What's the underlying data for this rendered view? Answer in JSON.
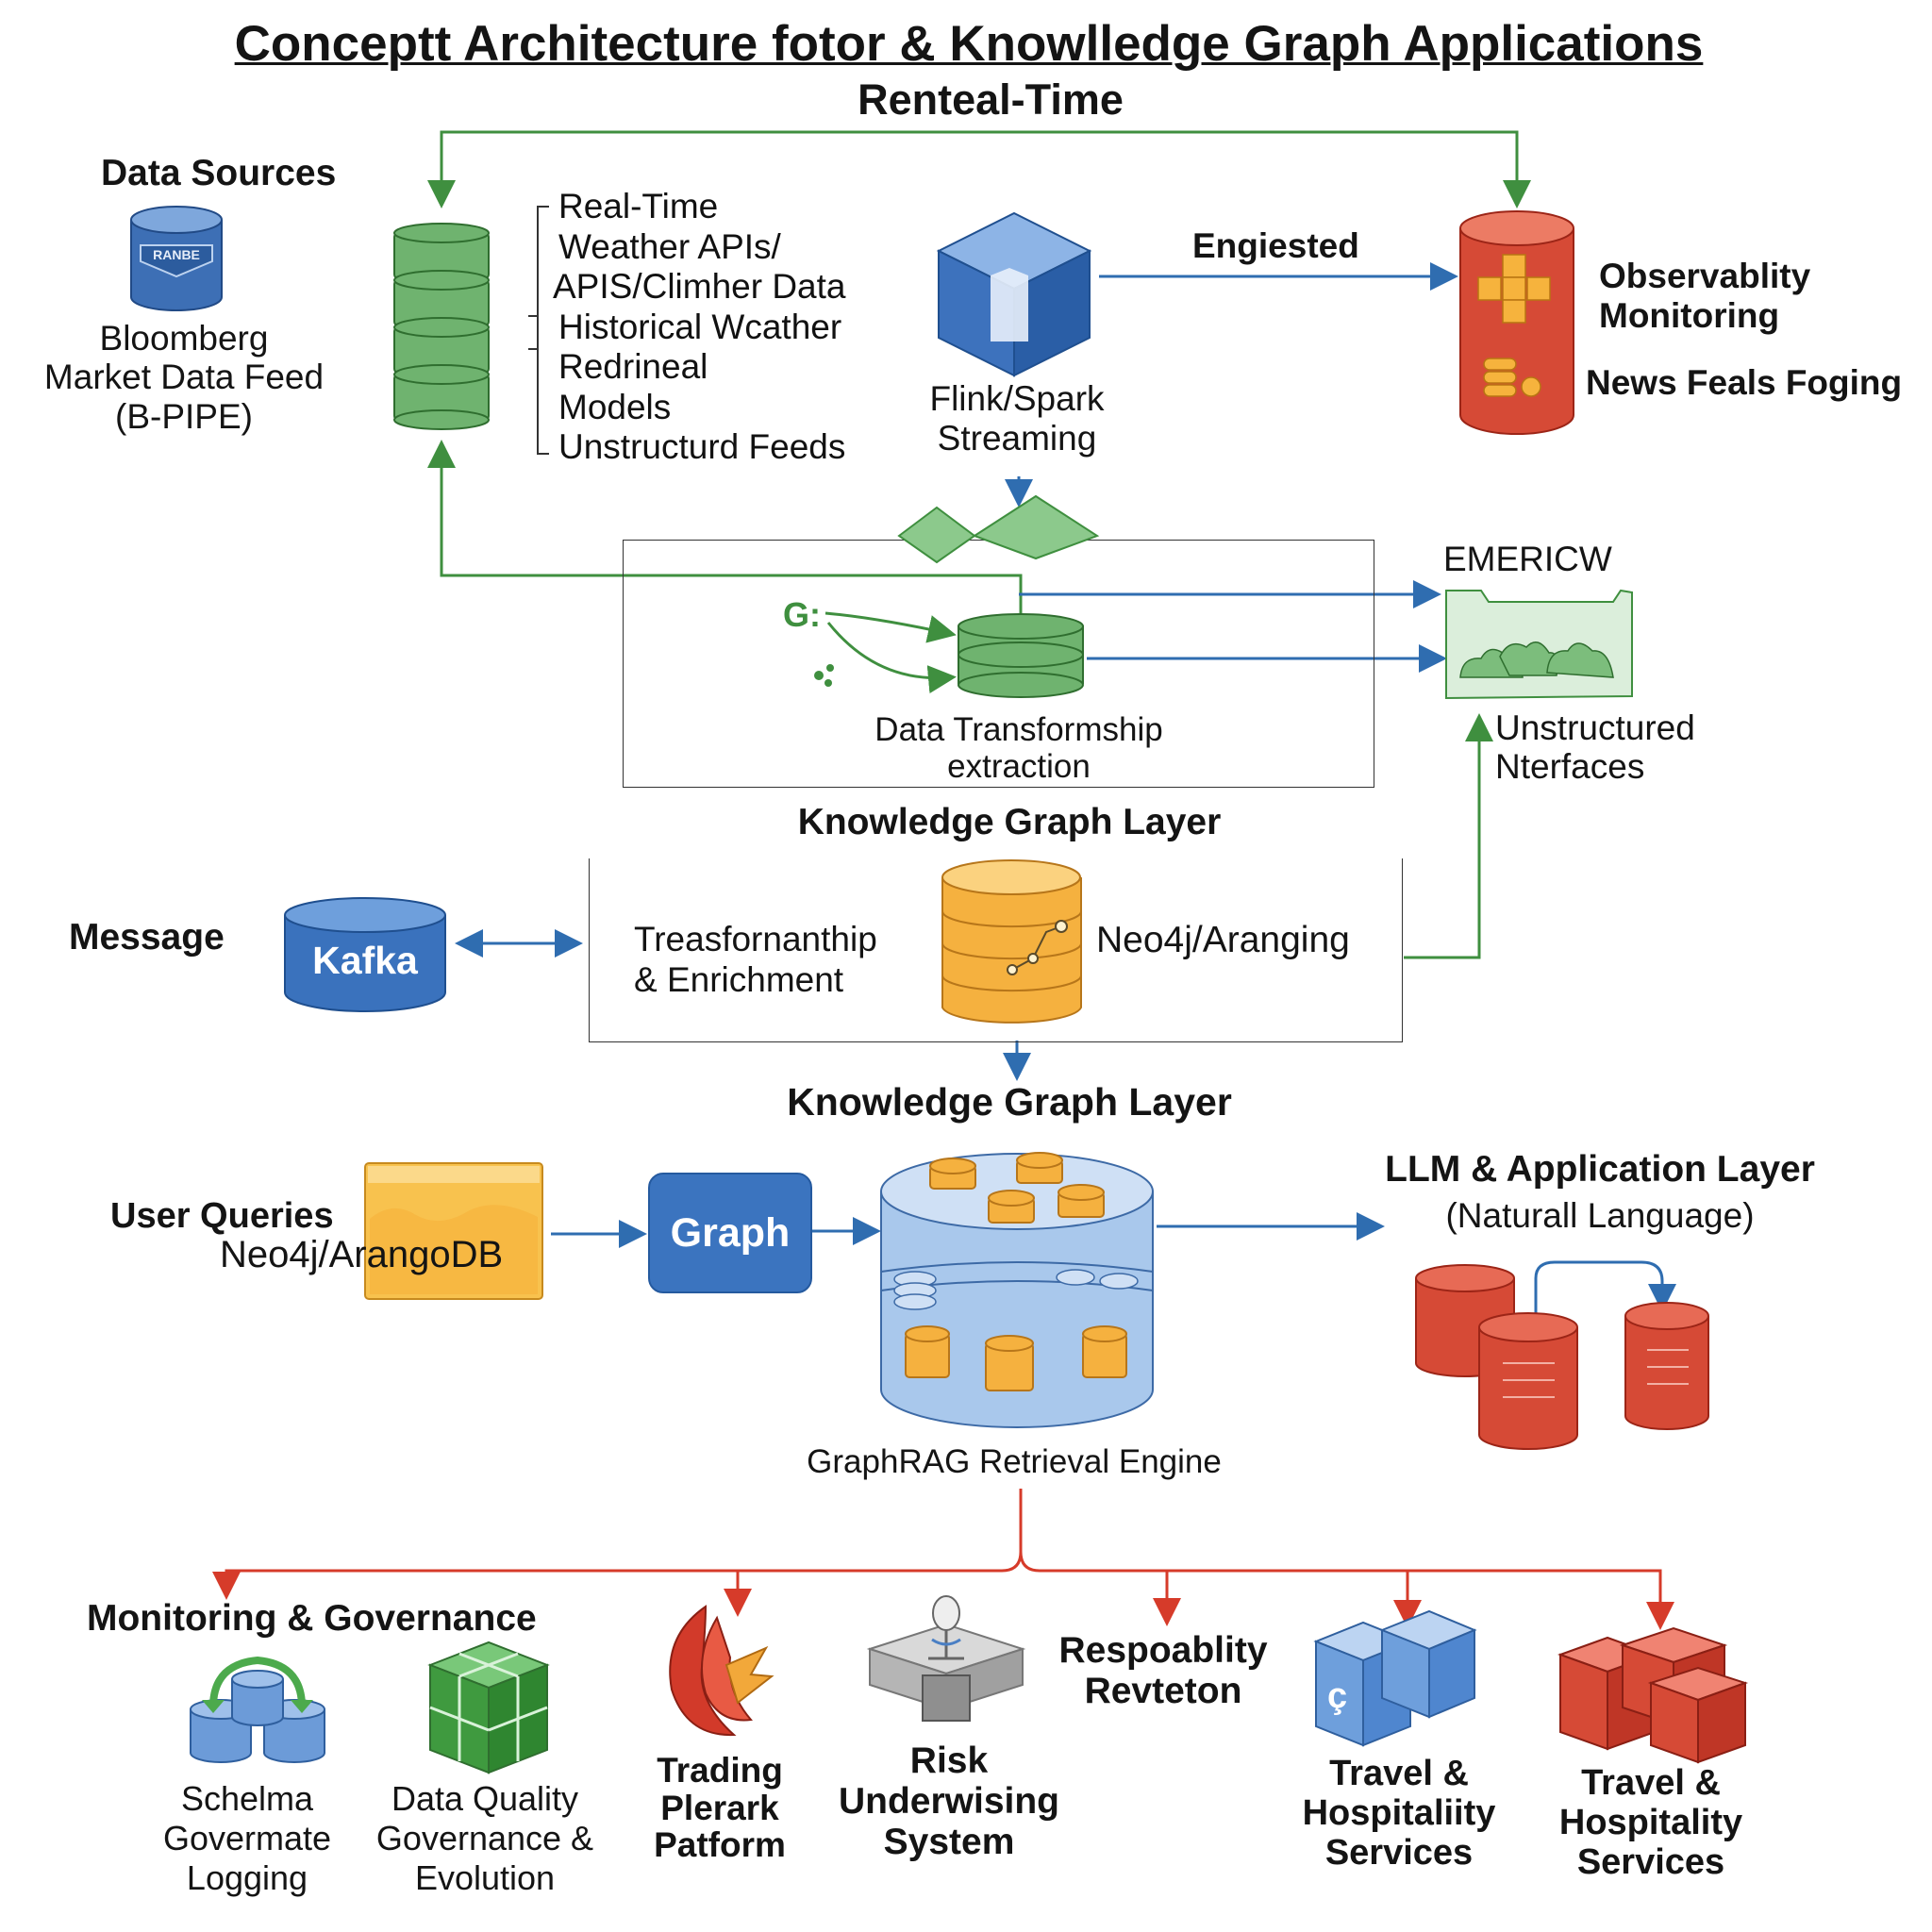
{
  "title": "Conceptt Architecture fotor & Knowlledge Graph Applications",
  "subtitle": "Renteal-Time",
  "data_sources": {
    "heading": "Data Sources",
    "badge": "RANBE",
    "caption": "Bloomberg\nMarket Data Feed\n(B-PIPE)"
  },
  "feeds_list": [
    "Real-Time",
    "Weather APIs/",
    "APIS/Climher Data",
    "Historical Wcather",
    "Redrineal",
    "Models",
    "Unstructurd Feeds"
  ],
  "ingested_label": "Engiested",
  "streaming_label": "Flink/Spark\nStreaming",
  "observability": {
    "label": "Observablity\nMonitoring",
    "sublabel": "News Feals Foging"
  },
  "emericw_label": "EMERICW",
  "unstructured_label": "Unstructured\nNterfaces",
  "transform_label": "Data Transformship\nextraction",
  "kg_layer_1": "Knowledge Graph Layer",
  "message_label": "Message",
  "kafka_label": "Kafka",
  "enrichment_label": "Treasfornanthip\n& Enrichment",
  "neo4j_label": "Neo4j/Aranging",
  "kg_layer_2": "Knowledge Graph Layer",
  "user_queries_label": "User Queries",
  "neo4j_db_label": "Neo4j/ArangoDB",
  "graph_button": "Graph",
  "graphrag_label": "GraphRAG Retrieval Engine",
  "llm_layer": {
    "title": "LLM & Application Layer",
    "subtitle": "(Naturall Language)"
  },
  "monitoring_heading": "Monitoring & Governance",
  "bottom_items": [
    {
      "label": "Schelma\nGovermate\nLogging",
      "bold": false
    },
    {
      "label": "Data Quality\nGovernance &\nEvolution",
      "bold": false
    },
    {
      "label": "Trading\nPlerark\nPatform",
      "bold": true
    },
    {
      "label": "Risk\nUnderwising\nSystem",
      "bold": true
    },
    {
      "label": "Respoablity\nRevteton",
      "bold": true
    },
    {
      "label": "Travel &\nHospitaliity\nServices",
      "bold": true
    },
    {
      "label": "Travel &\nHospitality\nServices",
      "bold": true
    }
  ],
  "colors": {
    "green": "#3f8f3f",
    "blue": "#2f6db0",
    "red": "#d63b2a",
    "orange": "#f2a33a"
  }
}
